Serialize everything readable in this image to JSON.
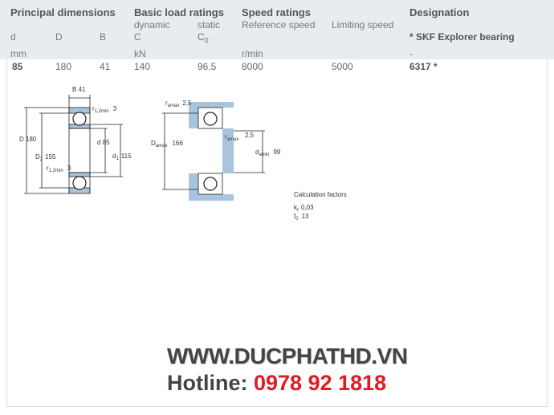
{
  "header": {
    "principal_dimensions": "Principal dimensions",
    "basic_load_ratings": "Basic load ratings",
    "speed_ratings": "Speed ratings",
    "designation": "Designation"
  },
  "subheader": {
    "d": "d",
    "D": "D",
    "B": "B",
    "dynamic": "dynamic",
    "static": "static",
    "C": "C",
    "C0": "C",
    "C0_sub": "0",
    "reference_speed": "Reference speed",
    "limiting_speed": "Limiting speed",
    "explorer": "* SKF Explorer bearing"
  },
  "units": {
    "mm": "mm",
    "kN": "kN",
    "rpm": "r/min",
    "dash": "-"
  },
  "row": {
    "d": "85",
    "D": "180",
    "B": "41",
    "C": "140",
    "C0": "96,5",
    "reference_speed": "8000",
    "limiting_speed": "5000",
    "designation": "6317 *"
  },
  "drawing1": {
    "B_label": "B",
    "B_value": "41",
    "r12min_top": "r",
    "r12min_top_sub": "1,2min",
    "r12min_top_value": "3",
    "D_label": "D",
    "D_value": "180",
    "d_label": "d",
    "d_value": "85",
    "D2_label": "D",
    "D2_sub": "2",
    "D2_value": "155",
    "d1_label": "d",
    "d1_sub": "1",
    "d1_value": "115",
    "r12min_bot": "r",
    "r12min_bot_sub": "1,2min",
    "r12min_bot_value": "3"
  },
  "drawing2": {
    "ramax_top": "r",
    "ramax_top_sub": "amax",
    "ramax_top_value": "2,5",
    "Damax_label": "D",
    "Damax_sub": "amax",
    "Damax_value": "166",
    "ramax_right": "r",
    "ramax_right_sub": "amax",
    "ramax_right_value": "2,5",
    "damin_label": "d",
    "damin_sub": "amin",
    "damin_value": "99"
  },
  "calc": {
    "title": "Calculation factors",
    "kr_label": "k",
    "kr_sub": "r",
    "kr_value": "0,03",
    "f0_label": "f",
    "f0_sub": "0",
    "f0_value": "13"
  },
  "watermark": {
    "url": "WWW.DUCPHATHD.VN",
    "hotline_label": "Hotline: ",
    "hotline_number": "0978 92 1818"
  },
  "colors": {
    "header_bg": "#e8ecf0",
    "housing_blue": "#a9c4dc",
    "hotline_red": "#e11b22"
  }
}
